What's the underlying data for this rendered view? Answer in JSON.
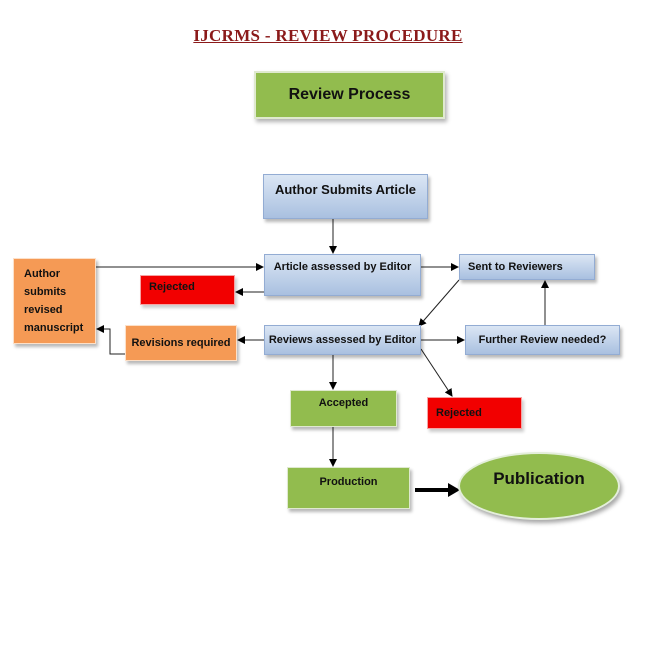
{
  "title": "IJCRMS - REVIEW PROCEDURE",
  "header_box": "Review Process",
  "nodes": {
    "author_submits": "Author Submits Article",
    "article_assessed": "Article assessed by Editor",
    "sent_to_reviewers": "Sent to Reviewers",
    "reviews_assessed": "Reviews assessed by Editor",
    "further_review": "Further Review needed?",
    "rejected_first": "Rejected",
    "rejected_second": "Rejected",
    "revisions_required": "Revisions required",
    "author_revised": "Author\nsubmits\nrevised\nmanuscript",
    "accepted": "Accepted",
    "production": "Production",
    "publication": "Publication"
  },
  "colors": {
    "title": "#8b1a1a",
    "process_box": "#a9c0e0",
    "stage_box": "#92bc4e",
    "rejected_box": "#f20000",
    "revision_box": "#f59a55"
  }
}
